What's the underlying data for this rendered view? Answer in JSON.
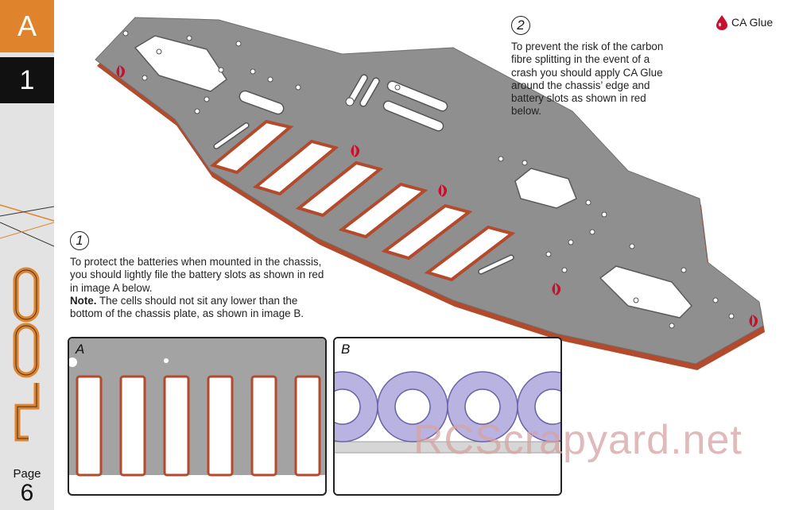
{
  "sidebar": {
    "section_letter": "A",
    "step_number": "1",
    "page_label": "Page",
    "page_number": "6",
    "colors": {
      "section_bg": "#e0832d",
      "step_bg": "#111111",
      "bar_bg": "#e3e3e3"
    }
  },
  "legend": {
    "icon": "glue-drop-icon",
    "label": "CA Glue",
    "color": "#c8102e"
  },
  "step1": {
    "number": "1",
    "text": "To protect the batteries when mounted in the chassis, you should lightly file the battery slots as shown in red in image A below.",
    "note_label": "Note.",
    "note_text": " The cells should not sit any lower than the bottom of the chassis plate, as shown in image B."
  },
  "step2": {
    "number": "2",
    "text": "To prevent the risk of the carbon fibre splitting in the event of a crash you should apply CA Glue around the chassis’ edge and battery slots as shown in red below."
  },
  "panel_a": {
    "label": "A"
  },
  "panel_b": {
    "label": "B"
  },
  "watermark": "RCScrapyard.net"
}
